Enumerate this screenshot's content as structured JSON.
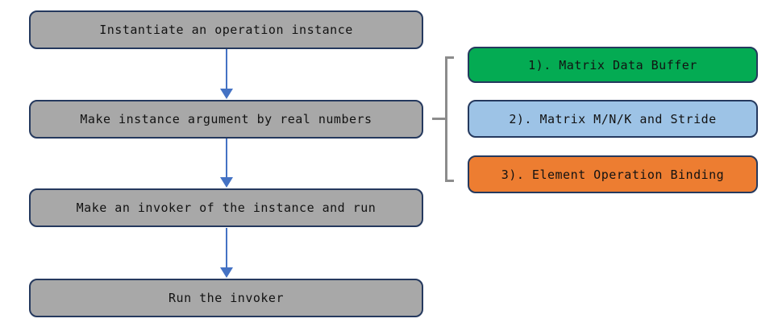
{
  "diagram": {
    "type": "flowchart",
    "flow_steps": [
      {
        "label": "Instantiate an operation instance"
      },
      {
        "label": "Make instance argument by real numbers"
      },
      {
        "label": "Make an invoker of the instance and run"
      },
      {
        "label": "Run the invoker"
      }
    ],
    "detail_items": [
      {
        "label": "1). Matrix Data Buffer",
        "color": "#04ab53"
      },
      {
        "label": "2). Matrix M/N/K and Stride",
        "color": "#9dc3e6"
      },
      {
        "label": "3). Element Operation Binding",
        "color": "#ed7d31"
      }
    ],
    "colors": {
      "flow_box_fill": "#a8a8a8",
      "box_border": "#25395e",
      "arrow": "#4472c4",
      "bracket": "#8c8c8c",
      "text": "#121212",
      "background": "#ffffff"
    }
  }
}
